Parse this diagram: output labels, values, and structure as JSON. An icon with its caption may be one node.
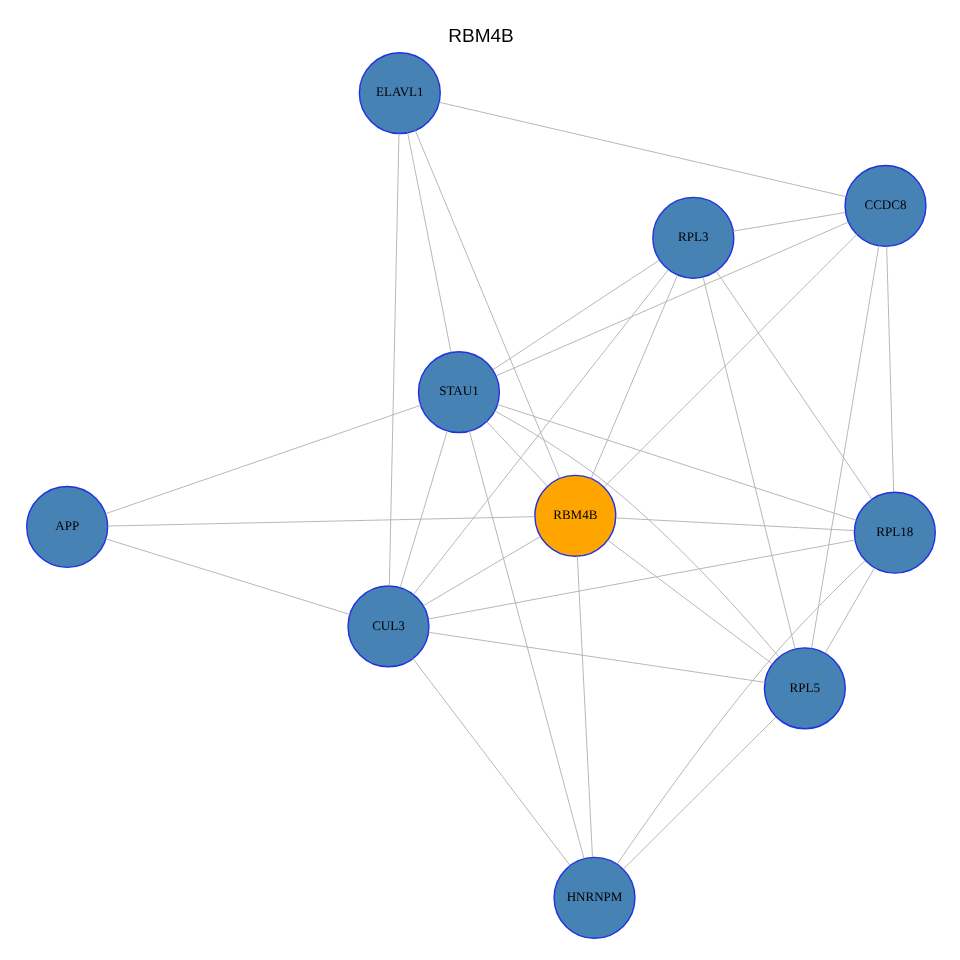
{
  "diagram": {
    "title": "RBM4B",
    "nodes": [
      {
        "text": [
          "ELAVL1"
        ]
      },
      {
        "text": [
          "CCDC8"
        ]
      },
      {
        "text": [
          "RBM4B"
        ]
      },
      {
        "text": [
          "APP"
        ]
      },
      {
        "text": [
          "STAU1"
        ]
      },
      {
        "text": [
          "RPL3"
        ]
      },
      {
        "text": [
          "CUL3"
        ]
      },
      {
        "text": [
          "RPL18"
        ]
      },
      {
        "text": [
          "RPL5"
        ]
      },
      {
        "text": [
          "HNRNPM"
        ]
      }
    ],
    "edges": [
      {
        "from": 0,
        "to": 1,
        "arrow": "none"
      },
      {
        "from": 0,
        "to": 4,
        "arrow": "none"
      },
      {
        "from": 0,
        "to": 2,
        "arrow": "none"
      },
      {
        "from": 0,
        "to": 6,
        "arrow": "none"
      },
      {
        "from": 1,
        "to": 2,
        "arrow": "none"
      },
      {
        "from": 1,
        "to": 4,
        "arrow": "none"
      },
      {
        "from": 1,
        "to": 5,
        "arrow": "none"
      },
      {
        "from": 1,
        "to": 7,
        "arrow": "none"
      },
      {
        "from": 1,
        "to": 8,
        "arrow": "none"
      },
      {
        "from": 5,
        "to": 4,
        "arrow": "none"
      },
      {
        "from": 5,
        "to": 2,
        "arrow": "none"
      },
      {
        "from": 5,
        "to": 6,
        "arrow": "none"
      },
      {
        "from": 5,
        "to": 7,
        "arrow": "none"
      },
      {
        "from": 5,
        "to": 8,
        "arrow": "none"
      },
      {
        "from": 4,
        "to": 2,
        "arrow": "none"
      },
      {
        "from": 4,
        "to": 3,
        "arrow": "none"
      },
      {
        "from": 2,
        "to": 3,
        "arrow": "none"
      },
      {
        "from": 3,
        "to": 6,
        "arrow": "none"
      },
      {
        "from": 4,
        "to": 6,
        "arrow": "none"
      },
      {
        "from": 4,
        "to": 7,
        "arrow": "none"
      },
      {
        "from": 4,
        "to": 8,
        "arrow": "none"
      },
      {
        "from": 4,
        "to": 9,
        "arrow": "none"
      },
      {
        "from": 2,
        "to": 7,
        "arrow": "none"
      },
      {
        "from": 2,
        "to": 8,
        "arrow": "none"
      },
      {
        "from": 2,
        "to": 6,
        "arrow": "none"
      },
      {
        "from": 2,
        "to": 9,
        "arrow": "none"
      },
      {
        "from": 6,
        "to": 7,
        "arrow": "none"
      },
      {
        "from": 6,
        "to": 8,
        "arrow": "none"
      },
      {
        "from": 6,
        "to": 9,
        "arrow": "none"
      },
      {
        "from": 7,
        "to": 8,
        "arrow": "none"
      },
      {
        "from": 7,
        "to": 9,
        "arrow": "none"
      },
      {
        "from": 8,
        "to": 9,
        "arrow": "none"
      }
    ]
  }
}
